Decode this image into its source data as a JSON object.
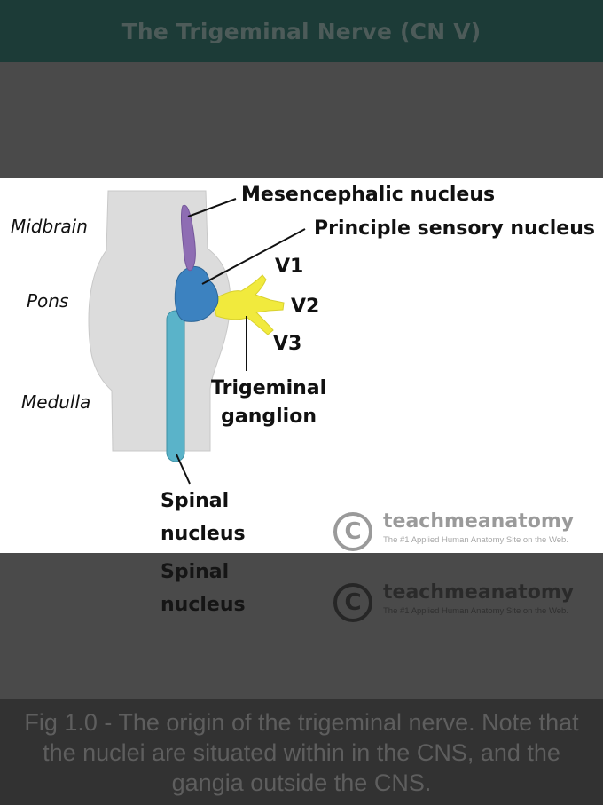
{
  "header": {
    "title": "The Trigeminal Nerve (CN V)"
  },
  "figure": {
    "regions": {
      "midbrain": "Midbrain",
      "pons": "Pons",
      "medulla": "Medulla"
    },
    "labels": {
      "mesencephalic": "Mesencephalic nucleus",
      "principle": "Principle sensory nucleus",
      "v1": "V1",
      "v2": "V2",
      "v3": "V3",
      "ganglion_line1": "Trigeminal",
      "ganglion_line2": "ganglion",
      "spinal_line1": "Spinal",
      "spinal_line2": "nucleus"
    },
    "watermark": {
      "symbol": "C",
      "name": "teachmeanatomy",
      "tagline": "The #1 Applied Human Anatomy Site on the Web."
    },
    "colors": {
      "brainstem": "#dcdcdc",
      "mesencephalic": "#8e6db3",
      "principle": "#3c82c0",
      "spinal": "#5ab3c9",
      "ganglion": "#f1ea3d"
    }
  },
  "caption": {
    "text": "Fig 1.0 - The origin of the trigeminal nerve. Note that the nuclei are situated within in the CNS, and the gangia outside the CNS."
  }
}
